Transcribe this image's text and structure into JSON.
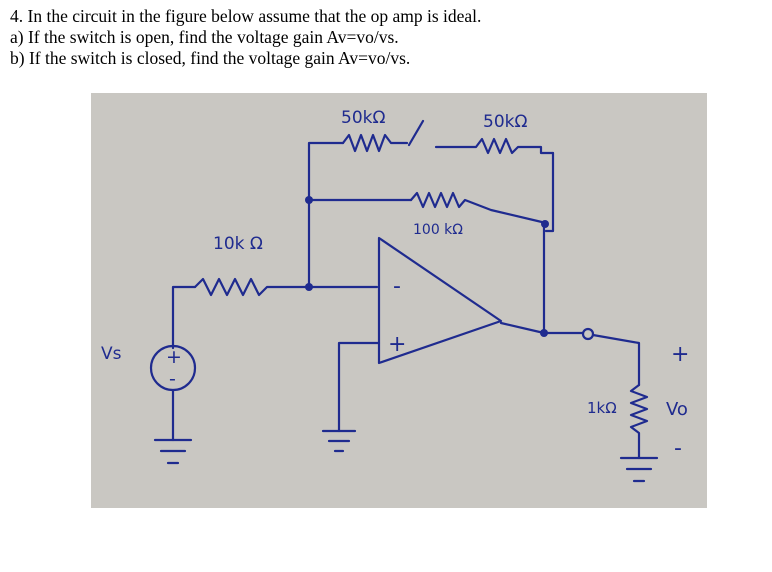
{
  "problem": {
    "heading": "4. In the circuit in the figure below assume that the op amp is ideal.",
    "part_a": "a) If the switch is open, find the voltage gain Av=vo/vs.",
    "part_b": "b) If the switch is closed, find the voltage gain Av=vo/vs."
  },
  "figure": {
    "labels": {
      "r_top_left": "50kΩ",
      "r_top_right": "50kΩ",
      "r_feedback": "100 kΩ",
      "r_input": "10k Ω",
      "r_load": "1kΩ",
      "source_label": "Vs",
      "source_plus": "+",
      "source_minus": "-",
      "opamp_minus": "-",
      "opamp_plus": "+",
      "out_plus": "+",
      "out_label": "Vo",
      "out_minus": "-"
    },
    "ink_color": "#1f2b8f",
    "paper_color": "#c9c7c2"
  }
}
